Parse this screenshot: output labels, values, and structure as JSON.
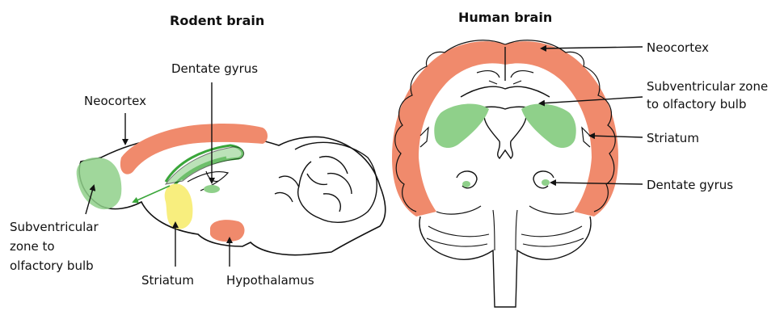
{
  "titles": {
    "rodent": "Rodent brain",
    "human": "Human brain"
  },
  "rodent_labels": {
    "dentate_gyrus": "Dentate gyrus",
    "neocortex": "Neocortex",
    "svz_line1": "Subventricular",
    "svz_line2": "zone  to",
    "svz_line3": "olfactory bulb",
    "striatum": "Striatum",
    "hypothalamus": "Hypothalamus"
  },
  "human_labels": {
    "neocortex": "Neocortex",
    "svz_line1": "Subventricular zone",
    "svz_line2": "to olfactory bulb",
    "striatum": "Striatum",
    "dentate_gyrus": "Dentate gyrus"
  },
  "colors": {
    "neocortex": "#f08a6c",
    "svz": "#8fd08a",
    "striatum_rodent": "#f8ee7e",
    "hypothalamus": "#f08a6c",
    "dentate_gyrus": "#8fd08a",
    "outline": "#111111",
    "arrow_green": "#3aa63a"
  }
}
